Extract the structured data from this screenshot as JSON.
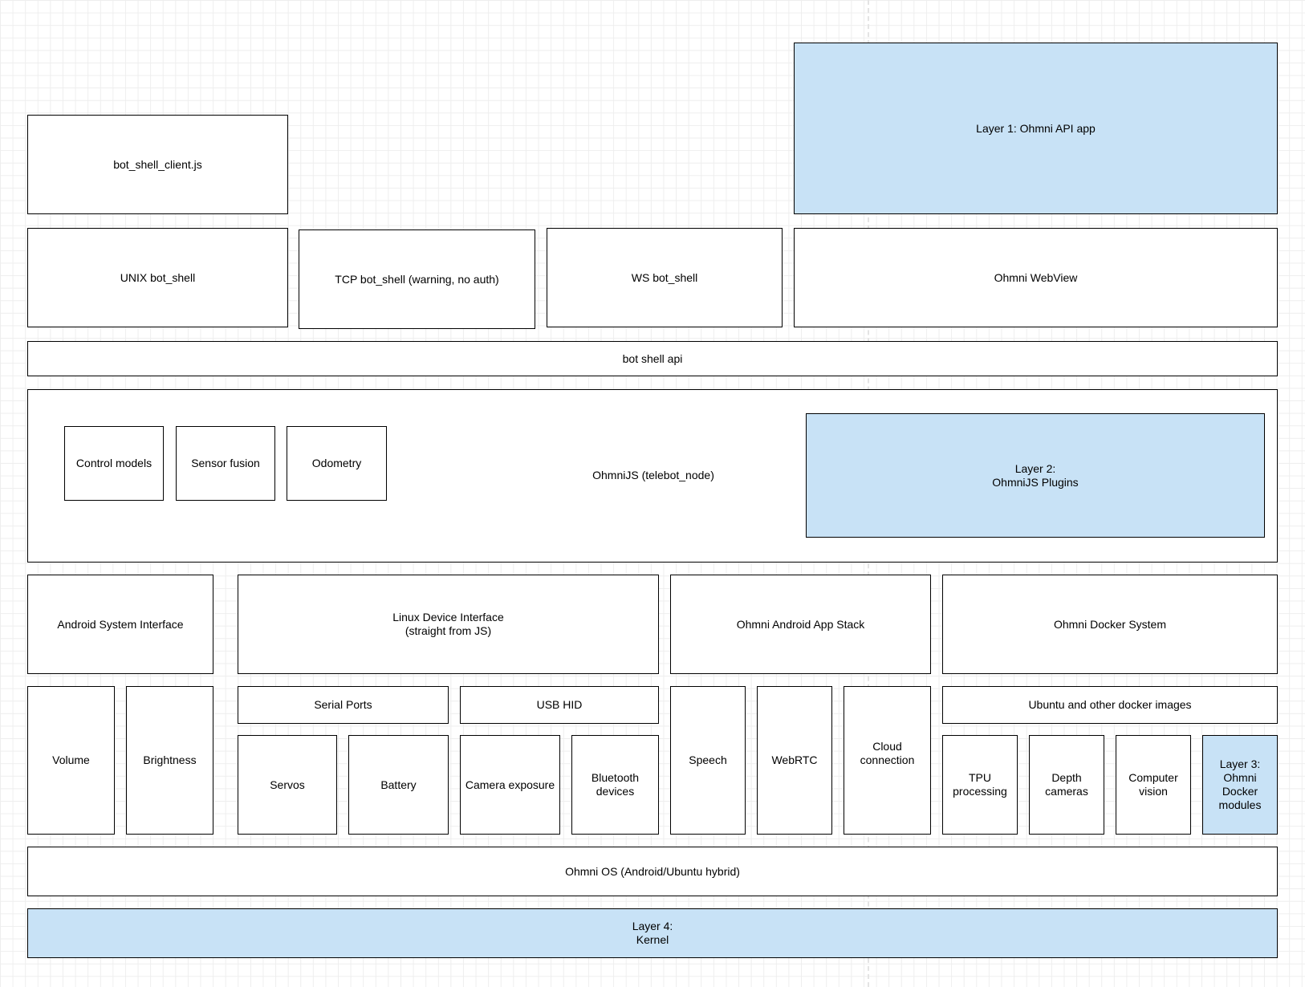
{
  "colors": {
    "border": "#000000",
    "fill": "#ffffff",
    "layer_fill": "#c8e2f6"
  },
  "top": {
    "bot_shell_client": "bot_shell_client.js",
    "layer1": "Layer 1: Ohmni API app"
  },
  "shells": {
    "unix": "UNIX bot_shell",
    "tcp": "TCP bot_shell (warning, no auth)",
    "ws": "WS bot_shell",
    "webview": "Ohmni WebView"
  },
  "api": "bot shell api",
  "ohmnijs": {
    "title": "OhmniJS (telebot_node)",
    "control_models": "Control models",
    "sensor_fusion": "Sensor fusion",
    "odometry": "Odometry",
    "layer2": "Layer 2:\nOhmniJS Plugins"
  },
  "interfaces": {
    "android": "Android System Interface",
    "linux": "Linux Device Interface\n(straight from JS)",
    "android_app_stack": "Ohmni Android App Stack",
    "docker_system": "Ohmni Docker System"
  },
  "android_items": {
    "volume": "Volume",
    "brightness": "Brightness"
  },
  "linux_items": {
    "serial_ports": "Serial Ports",
    "usb_hid": "USB HID",
    "servos": "Servos",
    "battery": "Battery",
    "camera_exposure": "Camera exposure",
    "bluetooth": "Bluetooth\ndevices"
  },
  "app_items": {
    "speech": "Speech",
    "webrtc": "WebRTC",
    "cloud": "Cloud\nconnection"
  },
  "docker_items": {
    "ubuntu": "Ubuntu and other docker images",
    "tpu": "TPU\nprocessing",
    "depth": "Depth\ncameras",
    "cv": "Computer\nvision",
    "layer3": "Layer 3:\nOhmni\nDocker\nmodules"
  },
  "os": "Ohmni OS (Android/Ubuntu hybrid)",
  "layer4": "Layer 4:\nKernel"
}
